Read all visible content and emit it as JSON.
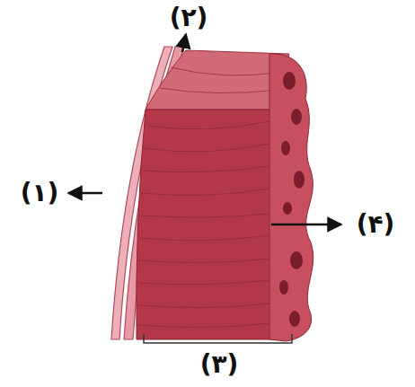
{
  "diagram": {
    "labels": [
      "(۱)",
      "(۲)",
      "(۳)",
      "(۴)"
    ]
  }
}
